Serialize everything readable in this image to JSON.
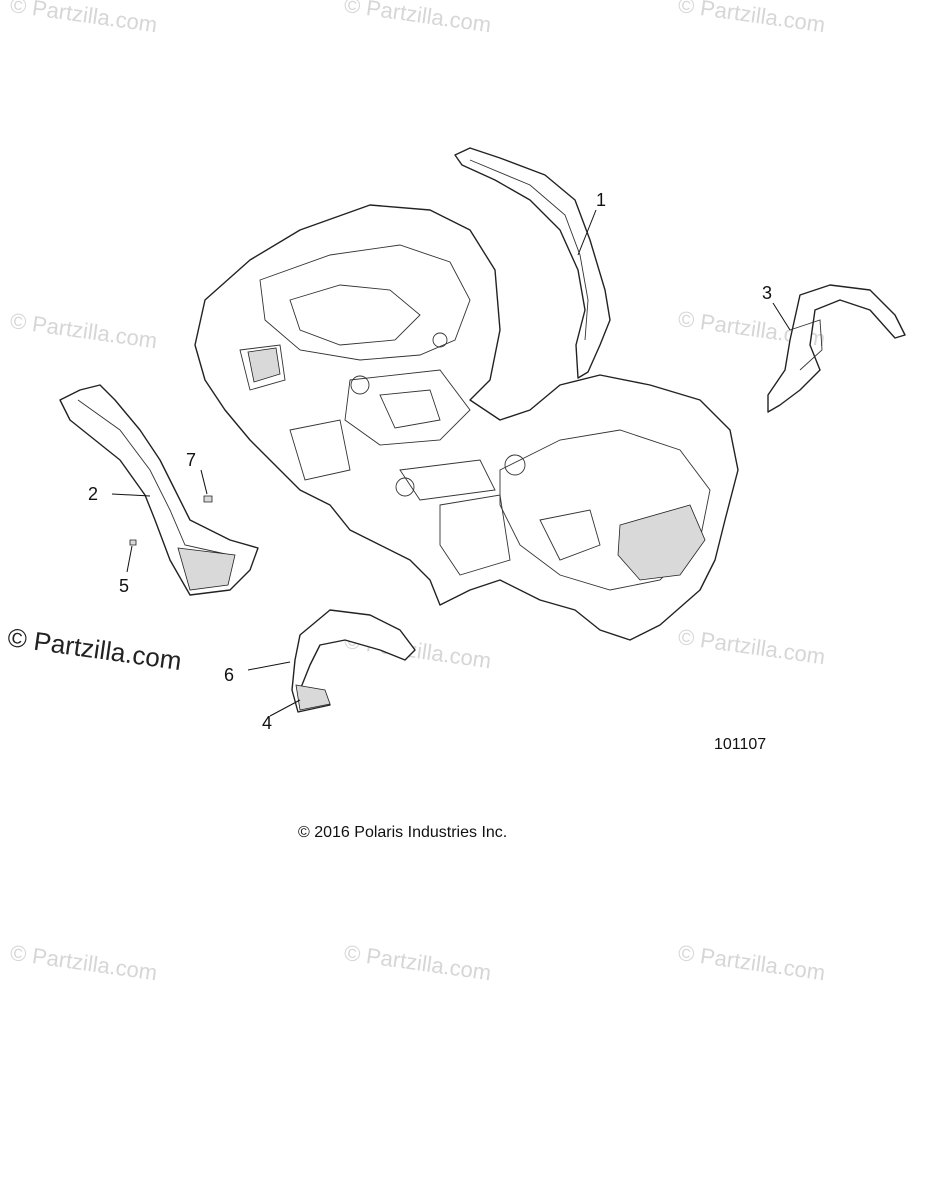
{
  "watermark": {
    "text": "© Partzilla.com",
    "main_text": "© Partzilla.com"
  },
  "callouts": {
    "c1": "1",
    "c2": "2",
    "c3": "3",
    "c4": "4",
    "c5": "5",
    "c6": "6",
    "c7": "7"
  },
  "figure_number": "101107",
  "copyright": "© 2016 Polaris Industries Inc.",
  "colors": {
    "line": "#222222",
    "watermark": "#d6d6d6",
    "background": "#ffffff"
  }
}
